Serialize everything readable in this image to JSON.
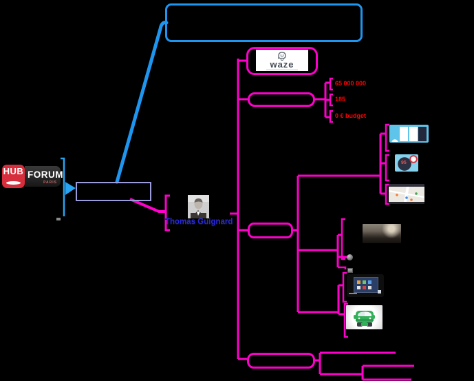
{
  "palette": {
    "background": "#000000",
    "branch_magenta": "#ff00cc",
    "title_blue": "#1e96f0",
    "root_lavender": "#9c9cdd",
    "stat_red": "#ff0000",
    "speaker_blue": "#2828d8"
  },
  "hub_logo": {
    "hub": "HUB",
    "forum": "FORUM",
    "paris": "PARIS"
  },
  "speaker": {
    "name": "Thomas Guignard"
  },
  "waze": {
    "wordmark": "waze"
  },
  "stats": {
    "items": [
      {
        "label": "65 000 000"
      },
      {
        "label": "185"
      },
      {
        "label": "0 € budget"
      }
    ]
  },
  "images": {
    "gauge_value": "95"
  },
  "icons": {
    "root_arrow": "arrow-right-icon",
    "sphere_link": "sphere-link-icon",
    "attachment": "attachment-chip-icon",
    "collapse_handle": "collapse-handle-icon"
  }
}
